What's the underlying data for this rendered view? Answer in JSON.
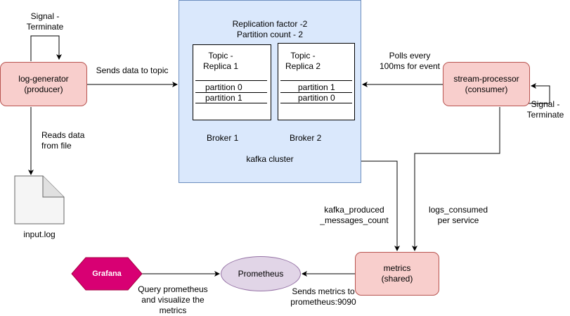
{
  "nodes": {
    "log_generator": "log-generator\n(producer)",
    "stream_processor": "stream-processor\n(consumer)",
    "metrics": "metrics\n(shared)",
    "prometheus": "Prometheus",
    "grafana": "Grafana",
    "input_file": "input.log"
  },
  "cluster": {
    "header": "Replication factor -2\nPartition count - 2",
    "footer": "kafka cluster",
    "topic1": {
      "title": "Topic -\nReplica 1",
      "partitions": [
        "partition 0",
        "partition 1"
      ],
      "broker": "Broker 1"
    },
    "topic2": {
      "title": "Topic -\nReplica 2",
      "partitions": [
        "partition 1",
        "partition 0"
      ],
      "broker": "Broker 2"
    }
  },
  "edges": {
    "signal_left": "Signal -\nTerminate",
    "signal_right": "Signal -\nTerminate",
    "sends_data": "Sends data to topic",
    "reads_data": "Reads data\nfrom file",
    "polls": "Polls every\n100ms for event",
    "kafka_produced": "kafka_produced\n_messages_count",
    "logs_consumed": "logs_consumed\nper service",
    "sends_metrics": "Sends metrics to\nprometheus:9090",
    "query": "Query prometheus\nand visualize the\nmetrics"
  },
  "colors": {
    "service_fill": "#f8cecc",
    "service_stroke": "#b85450",
    "cluster_fill": "#dae8fc",
    "cluster_stroke": "#6c8ebf",
    "prometheus_fill": "#e1d5e7",
    "prometheus_stroke": "#9673a6",
    "grafana_fill": "#d80073"
  }
}
